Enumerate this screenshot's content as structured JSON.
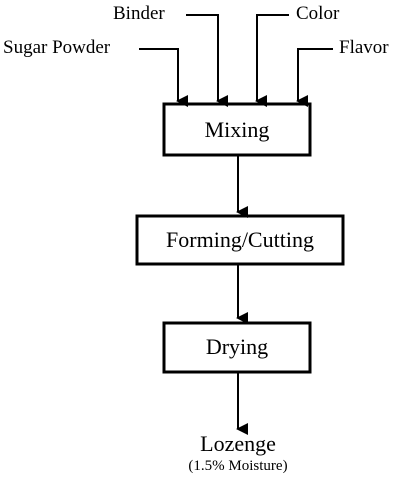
{
  "inputs": {
    "binder": "Binder",
    "color": "Color",
    "sugar_powder": "Sugar Powder",
    "flavor": "Flavor"
  },
  "steps": [
    "Mixing",
    "Forming/Cutting",
    "Drying"
  ],
  "output": {
    "label": "Lozenge",
    "note": "(1.5% Moisture)"
  }
}
